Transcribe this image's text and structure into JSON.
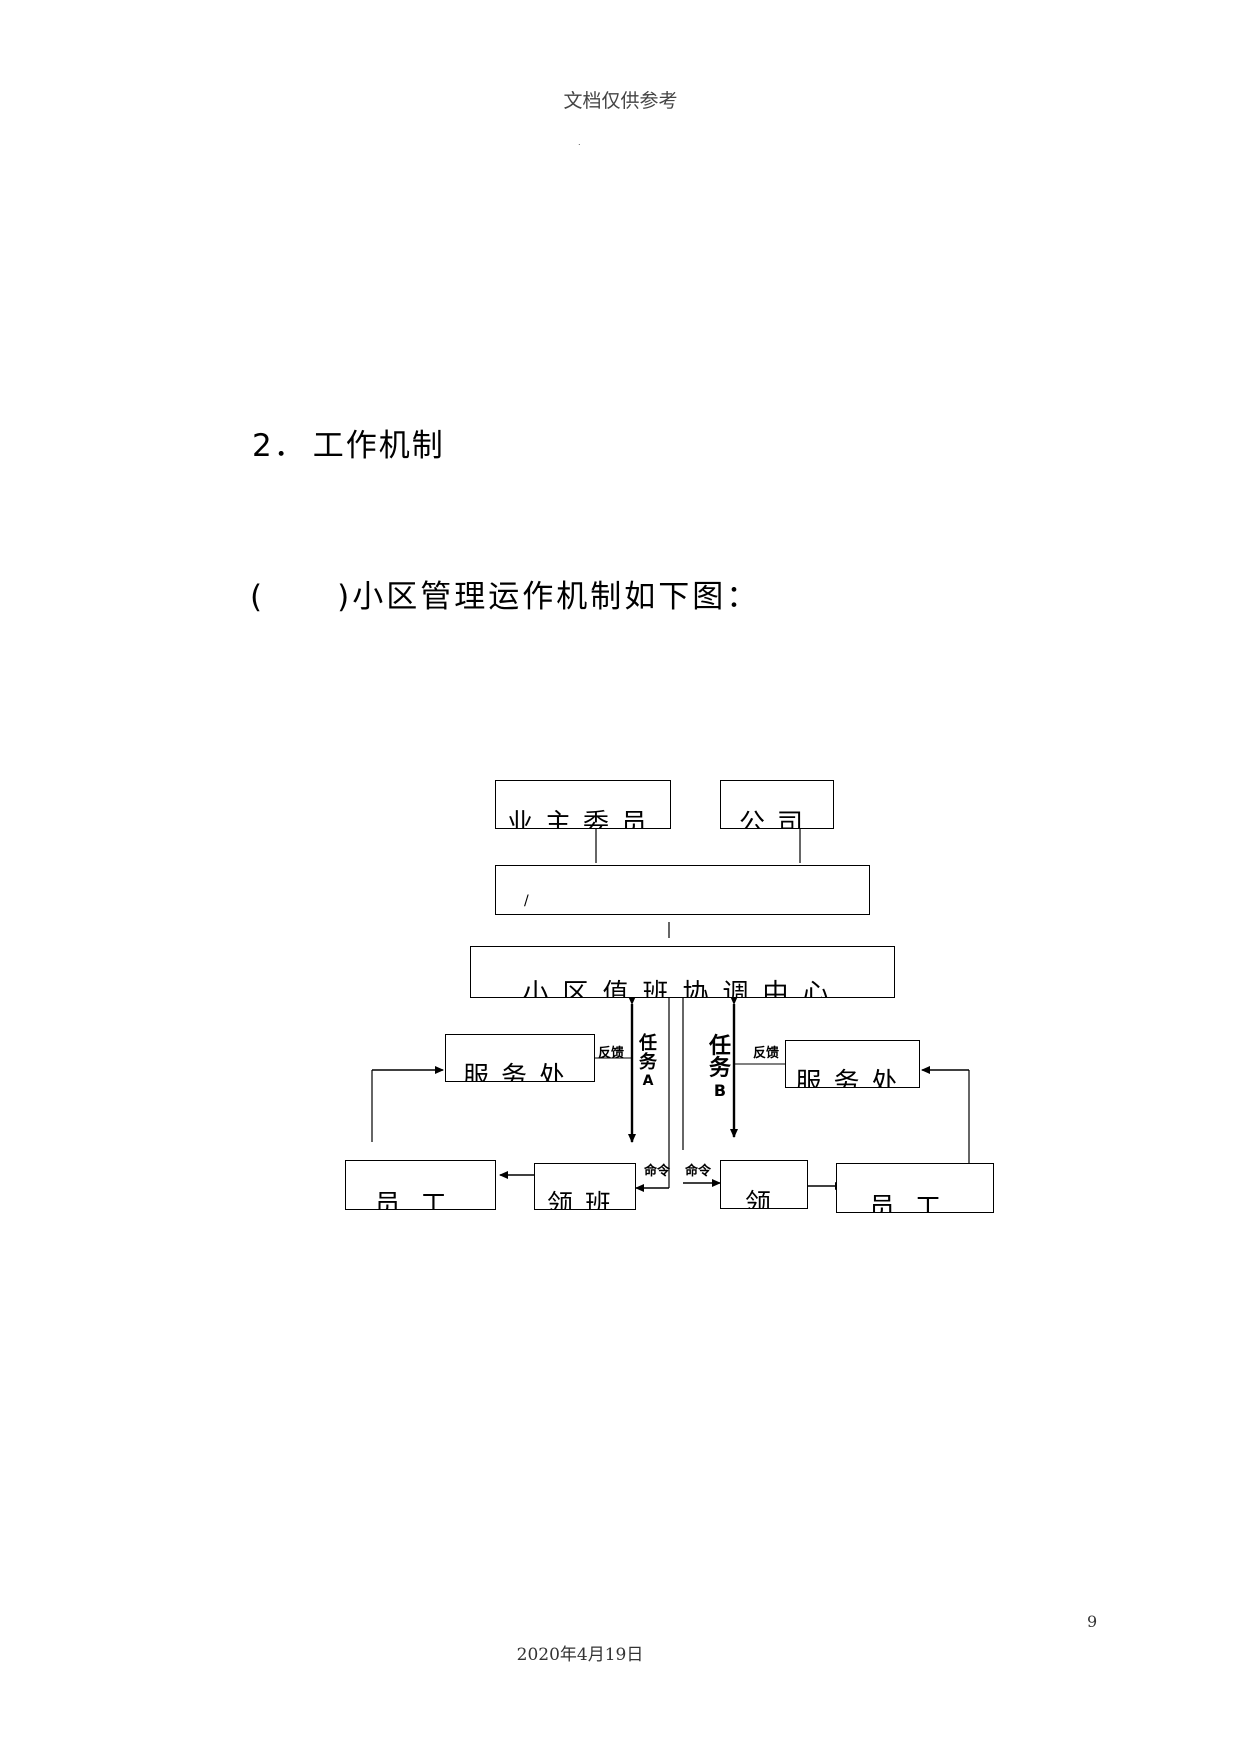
{
  "header": {
    "title": "文档仅供参考",
    "mark": "."
  },
  "section": {
    "number": "2．",
    "title": "工作机制"
  },
  "paragraph": {
    "open": "(",
    "close": ")",
    "text": "小区管理运作机制如下图："
  },
  "diagram": {
    "boxes": {
      "top_left": "业主委员",
      "top_right": "公司",
      "middle": "/",
      "center": "小区值班协调中心",
      "service_left": "服务处",
      "service_right": "服务处",
      "staff_left": "员工",
      "team_left": "领班",
      "team_right": "领",
      "staff_right": "员工"
    },
    "labels": {
      "feedback_left": "反馈",
      "feedback_right": "反馈",
      "task_a_chars": [
        "任",
        "务"
      ],
      "task_a_letter": "A",
      "task_b_chars": [
        "任",
        "务"
      ],
      "task_b_letter": "B",
      "command_left": "命令",
      "command_right": "命令"
    }
  },
  "footer": {
    "page_number": "9",
    "date": "2020年4月19日"
  }
}
